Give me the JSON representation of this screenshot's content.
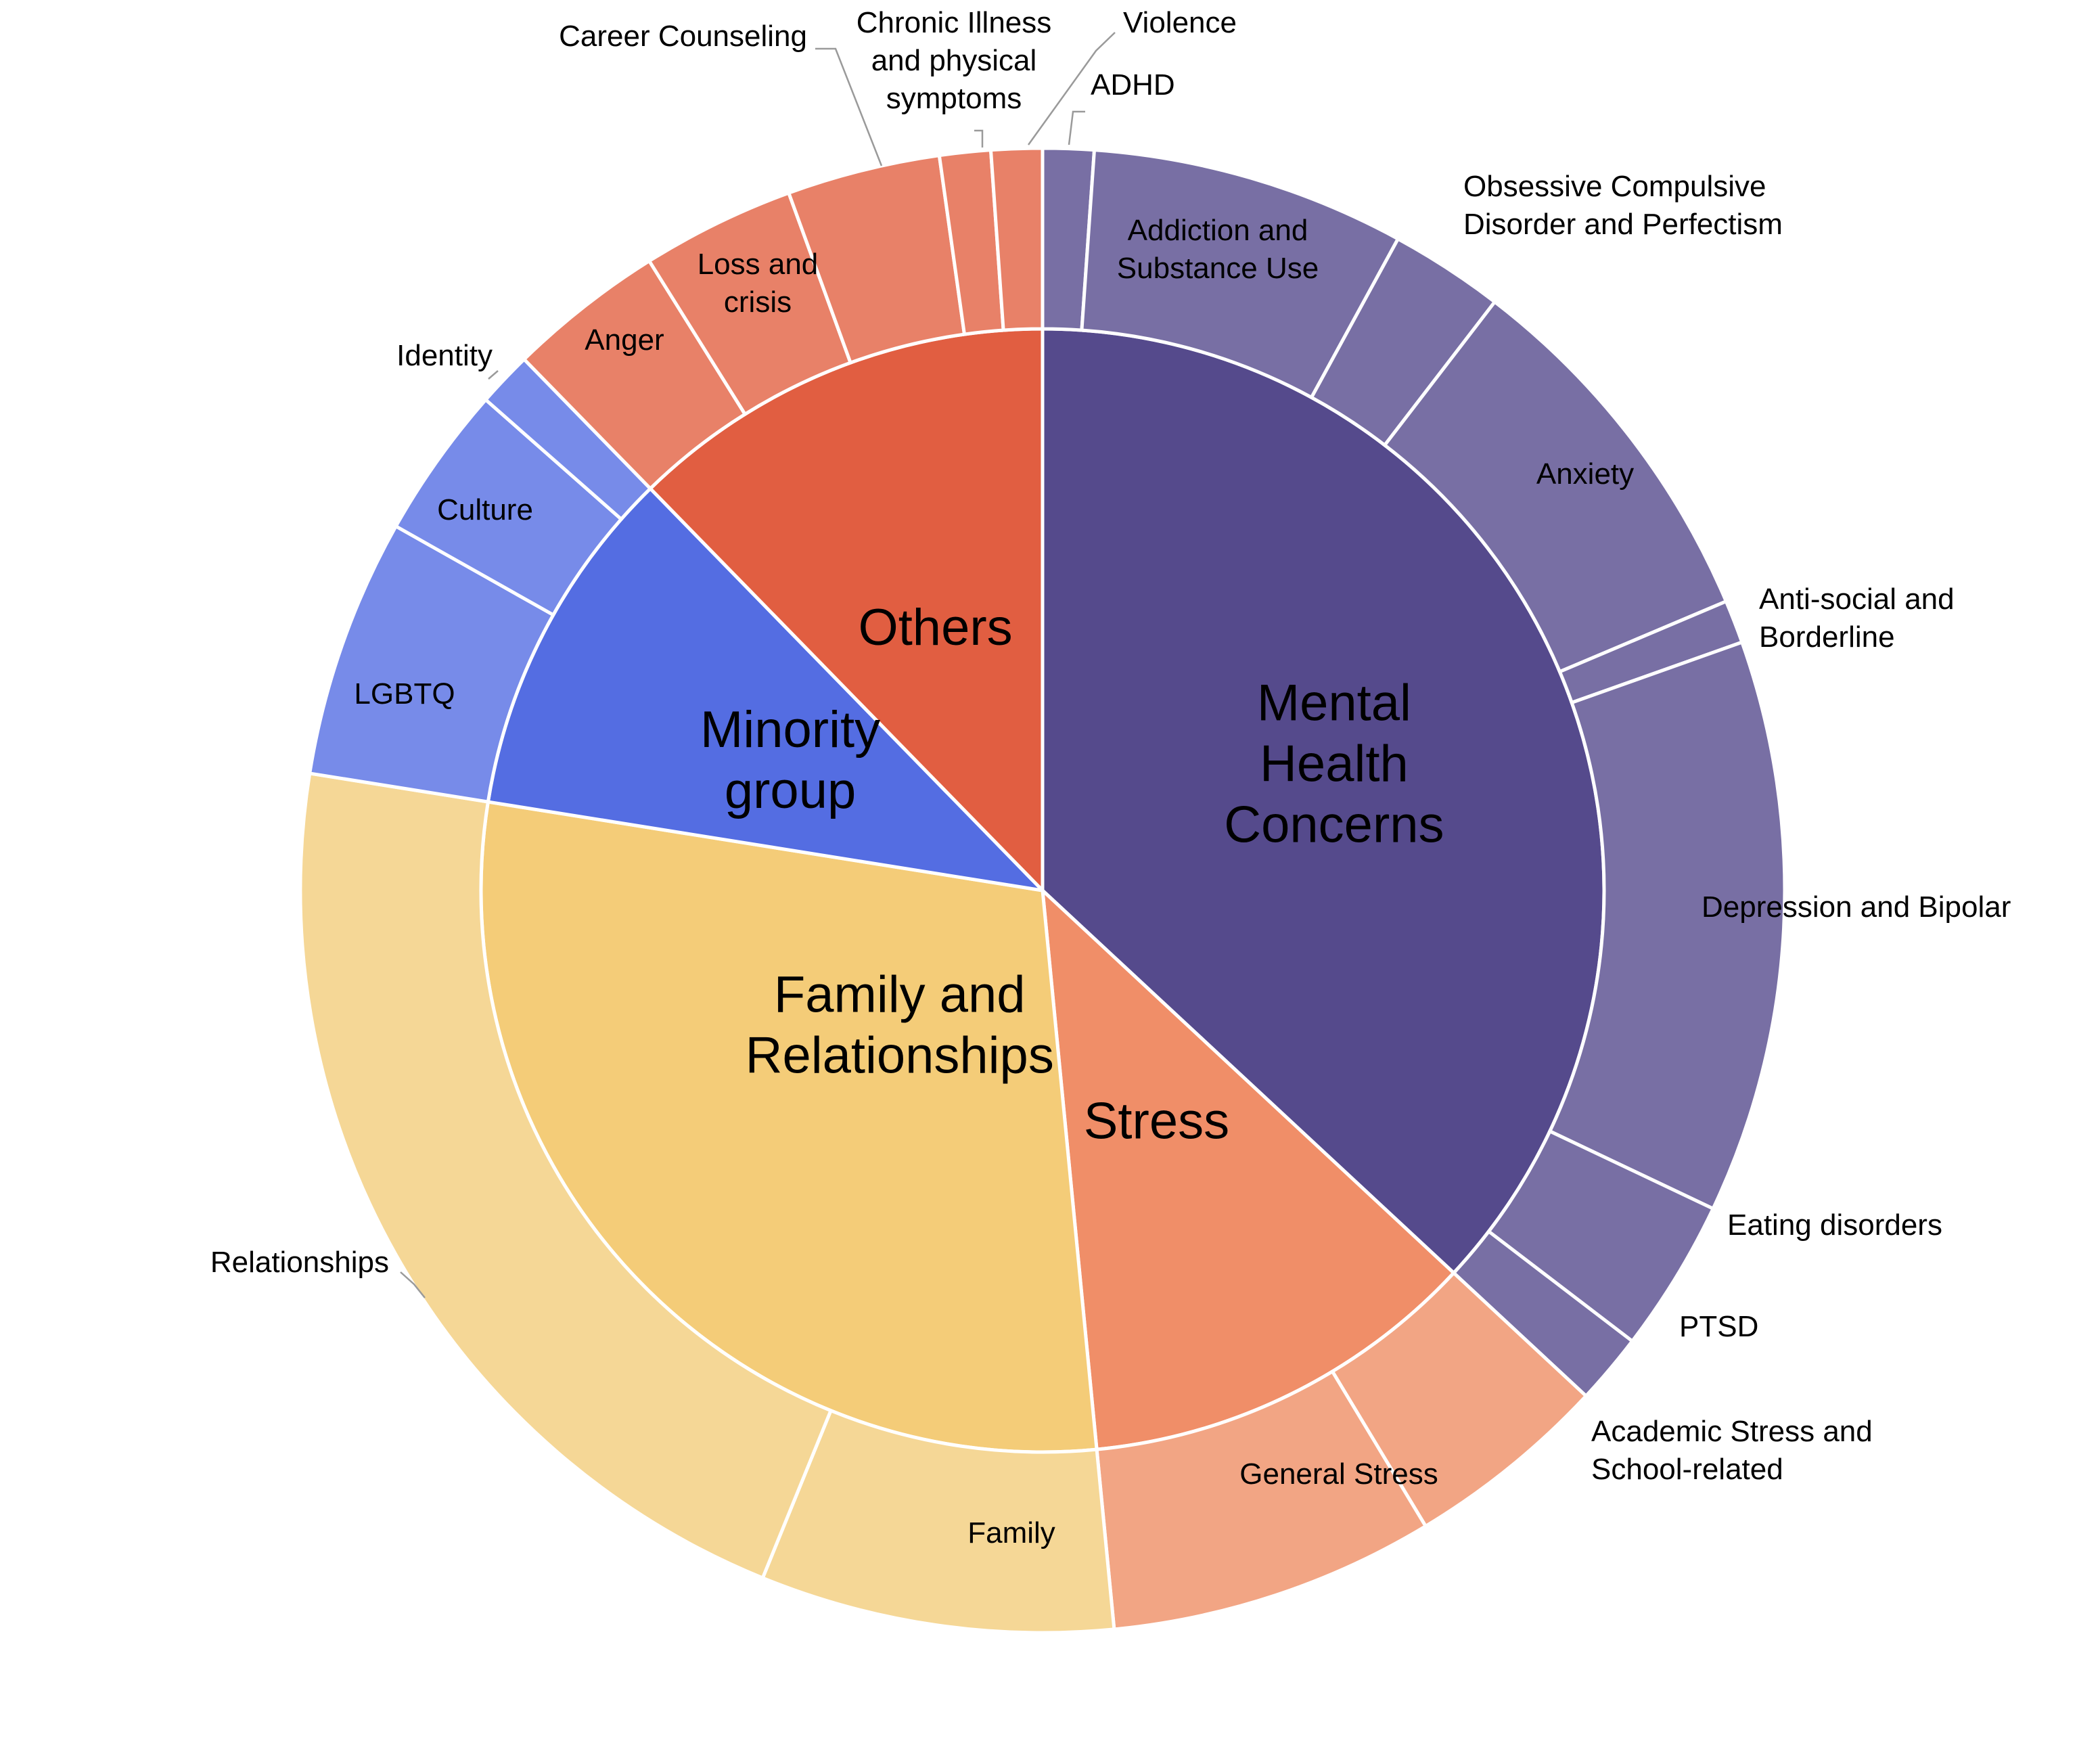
{
  "chart_data": {
    "type": "sunburst",
    "title": "",
    "categories": [
      {
        "name": "Mental Health Concerns",
        "label_lines": [
          "Mental",
          "Health",
          "Concerns"
        ],
        "color": "#554A8C",
        "child_color": "#786FA4",
        "children": [
          {
            "name": "ADHD",
            "value": 1.3,
            "label_lines": [
              "ADHD"
            ]
          },
          {
            "name": "Addiction and Substance Use",
            "value": 8.0,
            "label_lines": [
              "Addiction and",
              "Substance Use"
            ]
          },
          {
            "name": "Obsessive Compulsive Disorder and Perfectism",
            "value": 2.9,
            "label_lines": [
              "Obsessive Compulsive",
              "Disorder and Perfectism"
            ]
          },
          {
            "name": "Anxiety",
            "value": 9.6,
            "label_lines": [
              "Anxiety"
            ]
          },
          {
            "name": "Anti-social and Borderline",
            "value": 1.1,
            "label_lines": [
              "Anti-social and",
              "Borderline"
            ]
          },
          {
            "name": "Depression and Bipolar",
            "value": 14.6,
            "label_lines": [
              "Depression and Bipolar"
            ]
          },
          {
            "name": "Eating disorders",
            "value": 3.9,
            "label_lines": [
              "Eating disorders"
            ]
          },
          {
            "name": "PTSD",
            "value": 1.8,
            "label_lines": [
              "PTSD"
            ]
          }
        ]
      },
      {
        "name": "Stress",
        "label_lines": [
          "Stress"
        ],
        "color": "#F08E68",
        "child_color": "#F2A584",
        "children": [
          {
            "name": "Academic Stress and School-related",
            "value": 5.2,
            "label_lines": [
              "Academic Stress and",
              "School-related"
            ]
          },
          {
            "name": "General Stress",
            "value": 8.3,
            "label_lines": [
              "General Stress"
            ]
          }
        ]
      },
      {
        "name": "Family and Relationships",
        "label_lines": [
          "Family and",
          "Relationships"
        ],
        "color": "#F4CC78",
        "child_color": "#F5D796",
        "children": [
          {
            "name": "Family",
            "value": 9.0,
            "label_lines": [
              "Family"
            ]
          },
          {
            "name": "Relationships",
            "value": 25.0,
            "label_lines": [
              "Relationships"
            ]
          }
        ]
      },
      {
        "name": "Minority group",
        "label_lines": [
          "Minority",
          "group"
        ],
        "color": "#546DE2",
        "child_color": "#778BE9",
        "children": [
          {
            "name": "LGBTQ",
            "value": 6.6,
            "label_lines": [
              "LGBTQ"
            ]
          },
          {
            "name": "Culture",
            "value": 3.9,
            "label_lines": [
              "Culture"
            ]
          },
          {
            "name": "Identity",
            "value": 1.4,
            "label_lines": [
              "Identity"
            ]
          }
        ]
      },
      {
        "name": "Others",
        "label_lines": [
          "Others"
        ],
        "color": "#E15E41",
        "child_color": "#E88168",
        "children": [
          {
            "name": "Anger",
            "value": 4.0,
            "label_lines": [
              "Anger"
            ]
          },
          {
            "name": "Loss and crisis",
            "value": 3.9,
            "label_lines": [
              "Loss and",
              "crisis"
            ]
          },
          {
            "name": "Career Counseling",
            "value": 3.9,
            "label_lines": [
              "Career Counseling"
            ]
          },
          {
            "name": "Chronic Illness and physical symptoms",
            "value": 1.3,
            "label_lines": [
              "Chronic Illness",
              "and physical",
              "symptoms"
            ]
          },
          {
            "name": "Violence",
            "value": 1.3,
            "label_lines": [
              "Violence"
            ]
          }
        ]
      }
    ]
  }
}
